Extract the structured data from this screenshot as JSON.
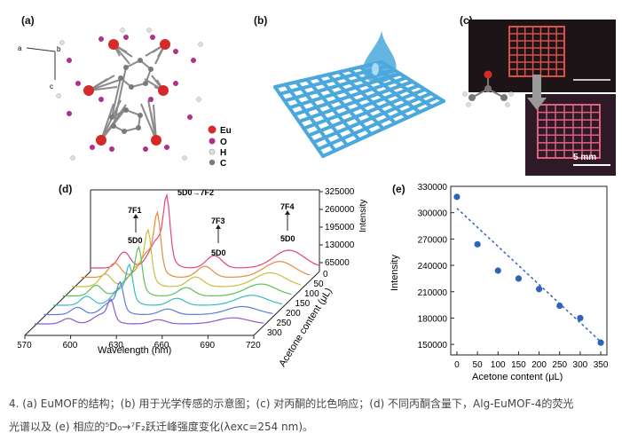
{
  "panels": {
    "a": {
      "label": "(a)",
      "axis_labels": {
        "a": "a",
        "b": "b",
        "c": "c"
      },
      "legend": [
        {
          "symbol": "Eu",
          "color": "#d42a2a"
        },
        {
          "symbol": "O",
          "color": "#b0308a"
        },
        {
          "symbol": "H",
          "color": "#e8e8e8"
        },
        {
          "symbol": "C",
          "color": "#7a7a7a"
        }
      ]
    },
    "b": {
      "label": "(b)",
      "grid_color": "#4aa8dc"
    },
    "c": {
      "label": "(c)",
      "scale_bar": "5 mm"
    },
    "d": {
      "label": "(d)"
    },
    "e": {
      "label": "(e)"
    }
  },
  "chart_data": [
    {
      "type": "line",
      "panel": "d",
      "xlabel": "Wavelength (nm)",
      "ylabel": "Intensity",
      "zlabel": "Acetone content (μL)",
      "x_ticks": [
        "570",
        "600",
        "630",
        "660",
        "690",
        "720"
      ],
      "y_ticks": [
        "65000",
        "130000",
        "195000",
        "260000",
        "325000"
      ],
      "z_ticks": [
        "0",
        "50",
        "100",
        "150",
        "200",
        "250",
        "300"
      ],
      "annotations": {
        "transition_top": "5D0→7F2",
        "f1_top": "7F1",
        "f1_bottom": "5D0",
        "f3_top": "7F3",
        "f3_bottom": "5D0",
        "f4_top": "7F4",
        "f4_bottom": "5D0"
      },
      "series_colors": [
        "#e0457e",
        "#e88a3a",
        "#c8c03a",
        "#5cbf5c",
        "#3ab8c8",
        "#5a7fd8",
        "#8a5cc8"
      ]
    },
    {
      "type": "scatter",
      "panel": "e",
      "xlabel": "Acetone content (μL)",
      "ylabel": "Intensity",
      "x": [
        0,
        50,
        100,
        150,
        200,
        250,
        300,
        350
      ],
      "y": [
        318000,
        264000,
        234000,
        225000,
        213000,
        194000,
        180000,
        152000
      ],
      "xlim": [
        -15,
        365
      ],
      "ylim": [
        138000,
        330000
      ],
      "x_ticks": [
        "0",
        "50",
        "100",
        "150",
        "200",
        "250",
        "300",
        "350"
      ],
      "y_ticks": [
        "150000",
        "180000",
        "210000",
        "240000",
        "270000",
        "300000",
        "330000"
      ],
      "fit_line": {
        "x": [
          0,
          350
        ],
        "y": [
          305000,
          153000
        ]
      },
      "point_color": "#2f63b8",
      "fit_color": "#2f63b8"
    }
  ],
  "caption": {
    "line1": "4. (a) EuMOF的结构；(b) 用于光学传感的示意图；(c) 对丙酮的比色响应；(d) 不同丙酮含量下，Alg-EuMOF-4的荧光",
    "line2": "光谱以及 (e) 相应的⁵D₀→⁷F₂跃迁峰强度变化(λexc=254 nm)。"
  }
}
